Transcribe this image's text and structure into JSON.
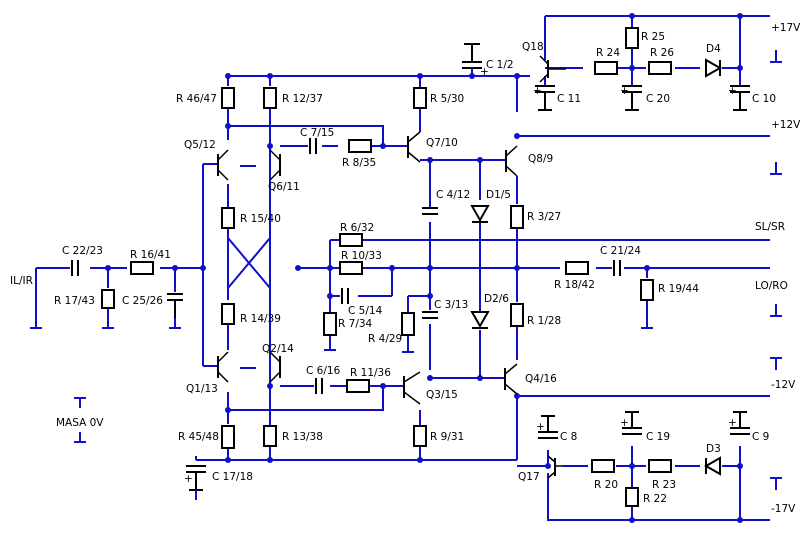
{
  "labels": {
    "vplus17": "+17V",
    "vplus12": "+12V",
    "vminus12": "-12V",
    "vminus17": "-17V",
    "slsr": "SL/SR",
    "loro": "LO/RO",
    "ilir": "IL/IR",
    "masa": "MASA 0V",
    "q18": "Q18",
    "q17": "Q17",
    "q5": "Q5/12",
    "q6": "Q6/11",
    "q1": "Q1/13",
    "q2": "Q2/14",
    "q7": "Q7/10",
    "q8": "Q8/9",
    "q3": "Q3/15",
    "q4": "Q4/16",
    "d4": "D4",
    "d3": "D3",
    "d15": "D1/5",
    "d26": "D2/6",
    "r25": "R 25",
    "r24": "R 24",
    "r26": "R 26",
    "r20": "R 20",
    "r23": "R 23",
    "r22": "R 22",
    "r4647": "R 46/47",
    "r1237": "R 12/37",
    "r530": "R 5/30",
    "r835": "R 8/35",
    "r327": "R 3/27",
    "r632": "R 6/32",
    "r1033": "R 10/33",
    "r734": "R 7/34",
    "r429": "R 4/29",
    "r1540": "R 15/40",
    "r1439": "R 14/39",
    "r1641": "R 16/41",
    "r1743": "R 17/43",
    "r1842": "R 18/42",
    "r1944": "R 19/44",
    "r128": "R 1/28",
    "r1136": "R 11/36",
    "r4548": "R 45/48",
    "r1338": "R 13/38",
    "r931": "R 9/31",
    "c12": "C 1/2",
    "c11": "C 11",
    "c20": "C 20",
    "c10": "C 10",
    "c8": "C 8",
    "c19": "C 19",
    "c9": "C 9",
    "c715": "C 7/15",
    "c412": "C 4/12",
    "c2223": "C 22/23",
    "c2526": "C 25/26",
    "c514": "C 5/14",
    "c313": "C 3/13",
    "c2124": "C 21/24",
    "c616": "C 6/16",
    "c1718": "C 17/18",
    "plus": "+"
  },
  "colors": {
    "wire": "#1010c8",
    "component": "#000000",
    "background": "#ffffff"
  }
}
